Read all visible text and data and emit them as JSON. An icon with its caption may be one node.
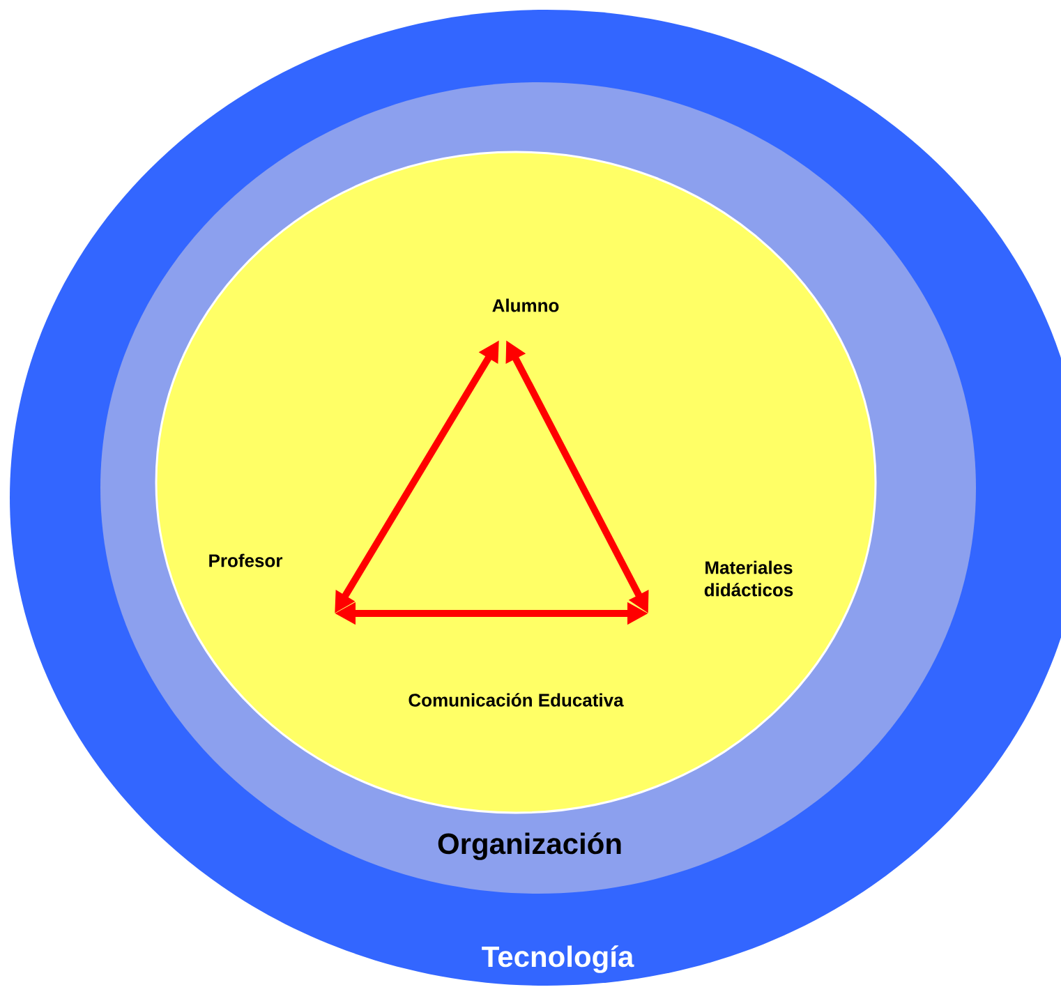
{
  "diagram": {
    "nodes": [
      {
        "text": [
          "Tecnología"
        ]
      },
      {
        "text": [
          "Organización"
        ],
        "in": 0
      },
      {
        "text": [
          "Comunicación Educativa"
        ],
        "in": 1
      },
      {
        "text": [
          "Alumno"
        ],
        "in": 2
      },
      {
        "text": [
          "Profesor"
        ],
        "in": 2
      },
      {
        "text": [
          "Materiales didácticos"
        ],
        "in": 2
      }
    ],
    "edges": [
      {
        "from": 3,
        "to": 4,
        "arrow": "both"
      },
      {
        "from": 3,
        "to": 5,
        "arrow": "both"
      },
      {
        "from": 4,
        "to": 5,
        "arrow": "both"
      }
    ]
  }
}
